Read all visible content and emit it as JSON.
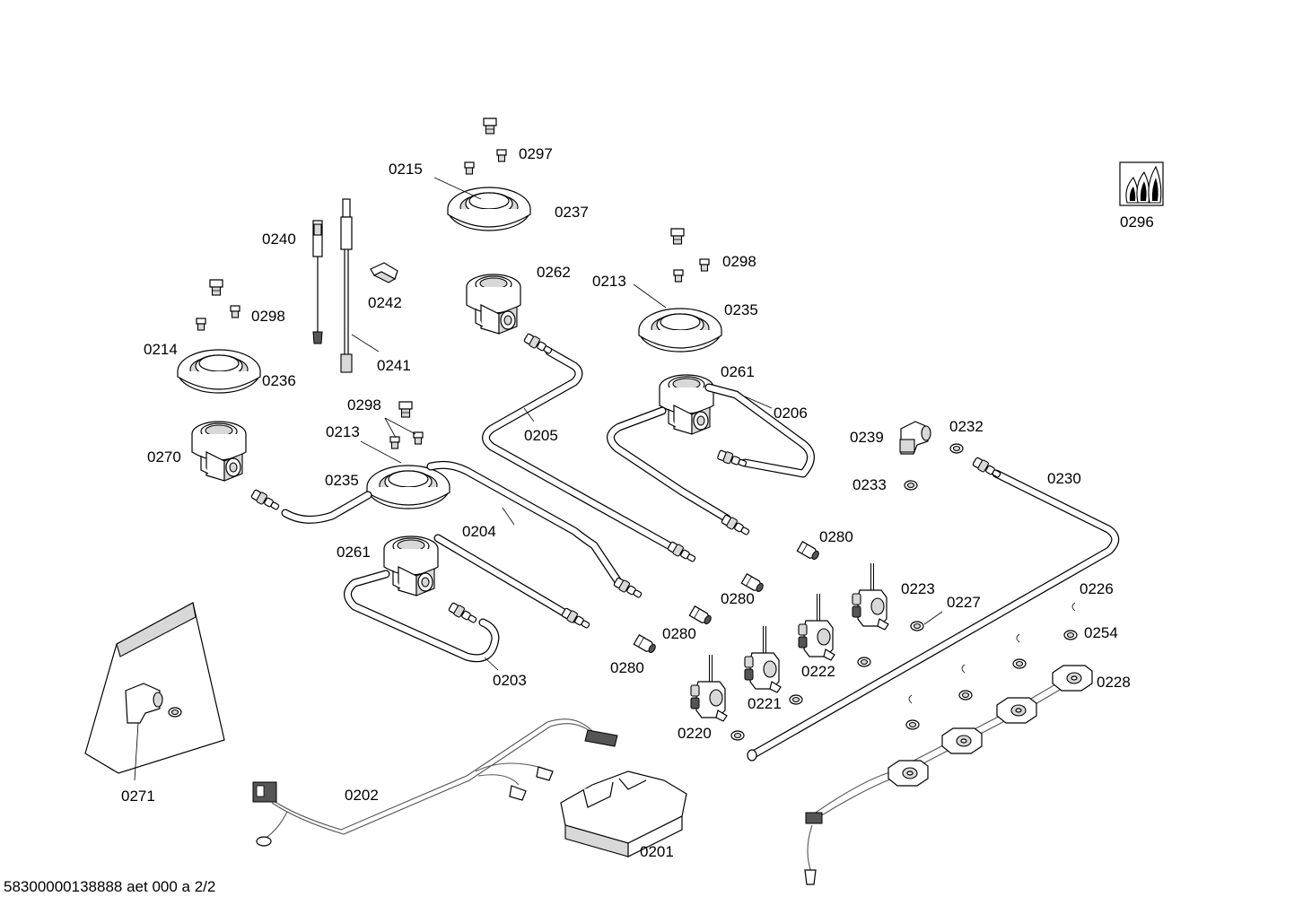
{
  "diagram": {
    "callouts": [
      {
        "id": "0215",
        "label": "0215"
      },
      {
        "id": "0297",
        "label": "0297"
      },
      {
        "id": "0237",
        "label": "0237"
      },
      {
        "id": "0240",
        "label": "0240"
      },
      {
        "id": "0242",
        "label": "0242"
      },
      {
        "id": "0241",
        "label": "0241"
      },
      {
        "id": "0262",
        "label": "0262"
      },
      {
        "id": "0298a",
        "label": "0298"
      },
      {
        "id": "0298b",
        "label": "0298"
      },
      {
        "id": "0298c",
        "label": "0298"
      },
      {
        "id": "0213a",
        "label": "0213"
      },
      {
        "id": "0213b",
        "label": "0213"
      },
      {
        "id": "0235a",
        "label": "0235"
      },
      {
        "id": "0235b",
        "label": "0235"
      },
      {
        "id": "0214",
        "label": "0214"
      },
      {
        "id": "0236",
        "label": "0236"
      },
      {
        "id": "0261a",
        "label": "0261"
      },
      {
        "id": "0261b",
        "label": "0261"
      },
      {
        "id": "0270",
        "label": "0270"
      },
      {
        "id": "0206",
        "label": "0206"
      },
      {
        "id": "0205",
        "label": "0205"
      },
      {
        "id": "0204",
        "label": "0204"
      },
      {
        "id": "0203",
        "label": "0203"
      },
      {
        "id": "0239",
        "label": "0239"
      },
      {
        "id": "0232",
        "label": "0232"
      },
      {
        "id": "0233",
        "label": "0233"
      },
      {
        "id": "0230",
        "label": "0230"
      },
      {
        "id": "0280a",
        "label": "0280"
      },
      {
        "id": "0280b",
        "label": "0280"
      },
      {
        "id": "0280c",
        "label": "0280"
      },
      {
        "id": "0280d",
        "label": "0280"
      },
      {
        "id": "0223",
        "label": "0223"
      },
      {
        "id": "0227",
        "label": "0227"
      },
      {
        "id": "0226",
        "label": "0226"
      },
      {
        "id": "0254",
        "label": "0254"
      },
      {
        "id": "0222",
        "label": "0222"
      },
      {
        "id": "0221",
        "label": "0221"
      },
      {
        "id": "0220",
        "label": "0220"
      },
      {
        "id": "0228",
        "label": "0228"
      },
      {
        "id": "0271",
        "label": "0271"
      },
      {
        "id": "0202",
        "label": "0202"
      },
      {
        "id": "0201",
        "label": "0201"
      },
      {
        "id": "0296",
        "label": "0296"
      }
    ],
    "icons": [
      "gas-flame-icon"
    ]
  },
  "footer": {
    "document_code": "58300000138888 aet 000 a 2/2"
  }
}
